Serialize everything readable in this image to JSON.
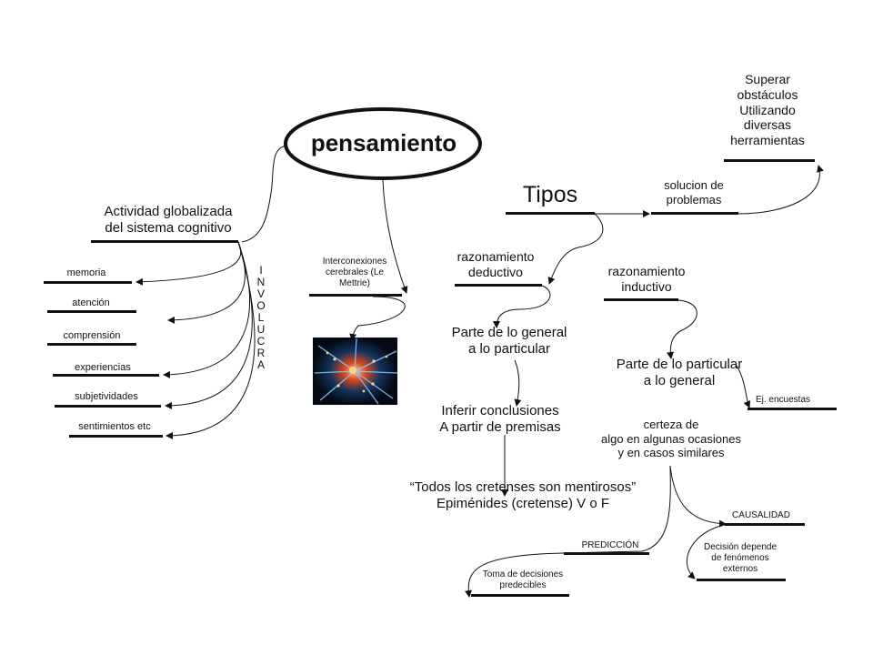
{
  "central": "pensamiento",
  "left_branch": {
    "title": "Actividad globalizada\ndel sistema cognitivo",
    "vertical_label": "INVOLUCRA",
    "items": [
      "memoria",
      "atención",
      "comprensión",
      "experiencias",
      "subjetividades",
      "sentimientos etc"
    ]
  },
  "center_branch": {
    "title": "Interconexiones\ncerebrales (Le\nMettrie)",
    "image": "neuron-image"
  },
  "tipos": {
    "title": "Tipos",
    "problem_solving": "solucion de\nproblemas",
    "problem_detail": "Superar\nobstáculos\nUtilizando\ndiversas\nherramientas",
    "deductive": {
      "title": "razonamiento\ndeductivo",
      "step1": "Parte de lo general\na lo particular",
      "step2": "Inferir conclusiones\nA partir de premisas",
      "example": "“Todos los cretenses son mentirosos”\nEpiménides (cretense) V o F"
    },
    "inductive": {
      "title": "razonamiento\ninductivo",
      "step1": "Parte de lo particular\na lo general",
      "example": "Ej. encuestas",
      "certainty": "certeza de\nalgo en algunas ocasiones\ny en casos similares",
      "prediction": "PREDICCIÓN",
      "prediction_detail": "Toma de decisiones\npredecibles",
      "causality": "CAUSALIDAD",
      "causality_detail": "Decisión depende\nde fenómenos\nexternos"
    }
  }
}
